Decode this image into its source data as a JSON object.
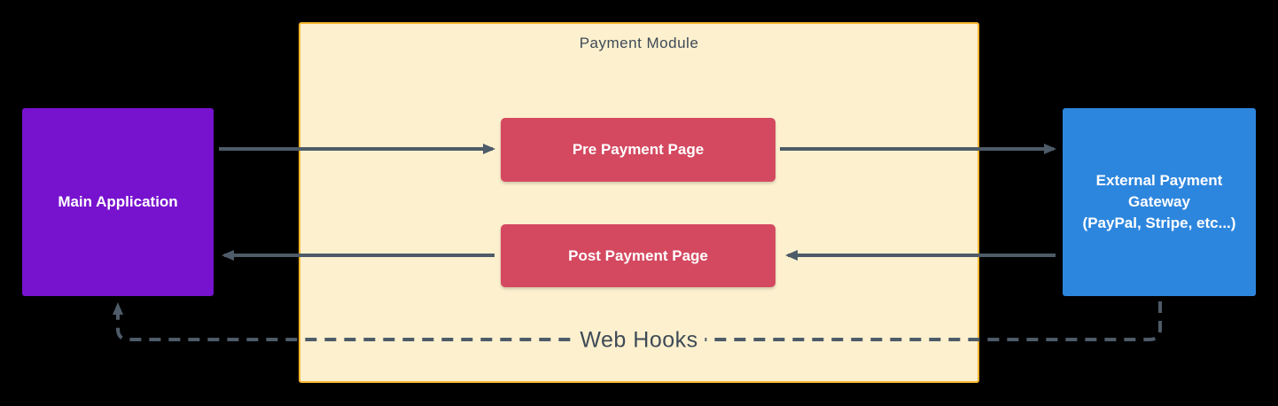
{
  "colors": {
    "bg": "#000000",
    "purple": "#7712CE",
    "cream": "#FCF0CE",
    "gold": "#F5B52F",
    "red": "#D44960",
    "blue": "#2D86DD",
    "slate": "#4E5B68",
    "dark-text": "#3E4A56",
    "white": "#FFFFFF"
  },
  "nodes": {
    "main_app": {
      "label": "Main Application"
    },
    "payment_module": {
      "title": "Payment Module"
    },
    "pre_payment": {
      "label": "Pre Payment Page"
    },
    "post_payment": {
      "label": "Post Payment Page"
    },
    "gateway": {
      "line1": "External Payment Gateway",
      "line2": "(PayPal, Stripe, etc...)"
    }
  },
  "edges": {
    "webhooks_label": "Web Hooks",
    "connections": [
      {
        "from": "main_app",
        "to": "pre_payment",
        "style": "solid-arrow"
      },
      {
        "from": "pre_payment",
        "to": "gateway",
        "style": "solid-arrow"
      },
      {
        "from": "gateway",
        "to": "post_payment",
        "style": "solid-arrow"
      },
      {
        "from": "post_payment",
        "to": "main_app",
        "style": "solid-arrow"
      },
      {
        "from": "gateway",
        "to": "main_app",
        "style": "dashed-arrow",
        "label": "Web Hooks"
      }
    ]
  }
}
